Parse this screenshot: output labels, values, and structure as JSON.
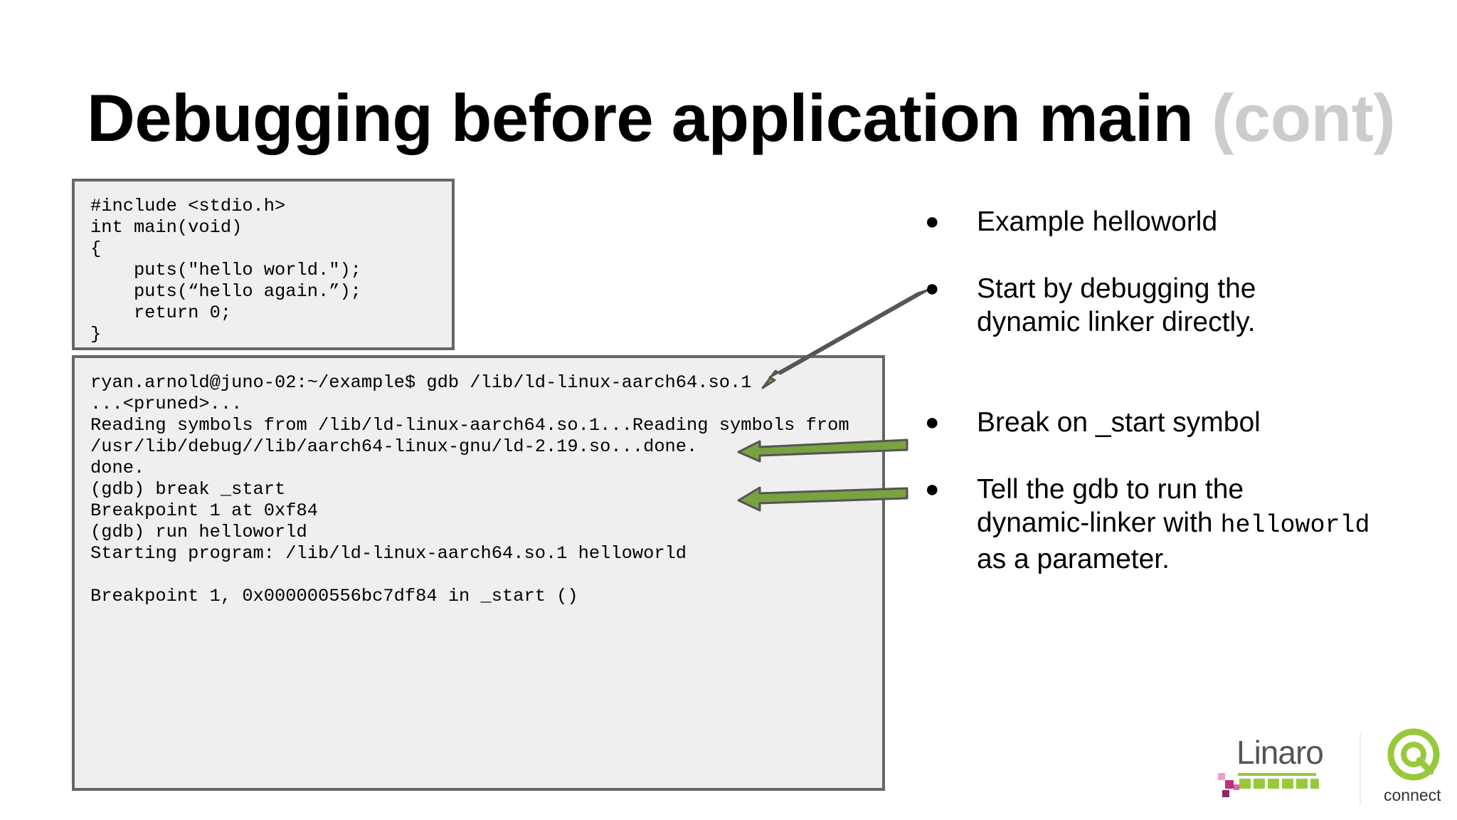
{
  "slide": {
    "title_main": "Debugging before application main",
    "title_suffix": "(cont)"
  },
  "source_code": "#include <stdio.h>\nint main(void)\n{\n    puts(\"hello world.\");\n    puts(“hello again.”);\n    return 0;\n}",
  "terminal": "ryan.arnold@juno-02:~/example$ gdb /lib/ld-linux-aarch64.so.1\n...<pruned>...\nReading symbols from /lib/ld-linux-aarch64.so.1...Reading symbols from\n/usr/lib/debug//lib/aarch64-linux-gnu/ld-2.19.so...done.\ndone.\n(gdb) break _start\nBreakpoint 1 at 0xf84\n(gdb) run helloworld\nStarting program: /lib/ld-linux-aarch64.so.1 helloworld\n\nBreakpoint 1, 0x000000556bc7df84 in _start ()",
  "bullets": {
    "marker": "●",
    "b1": {
      "line1": "Example helloworld"
    },
    "b2": {
      "line1": "Start by debugging the",
      "line2": "dynamic linker directly."
    },
    "b3": {
      "line1": "Break on _start symbol"
    },
    "b4": {
      "line1": "Tell the gdb to run the",
      "line2_prefix": "dynamic-linker with ",
      "line2_code": "helloworld",
      "line3": "as a parameter."
    }
  },
  "logos": {
    "linaro": "Linaro",
    "connect": "connect"
  },
  "colors": {
    "arrow_fill": "#7aa33f",
    "arrow_stroke": "#555555",
    "code_bg": "#efefef",
    "code_border": "#666666",
    "title_muted": "#cccccc",
    "linaro_green": "#98c93c",
    "linaro_magenta": "#c0307a"
  }
}
